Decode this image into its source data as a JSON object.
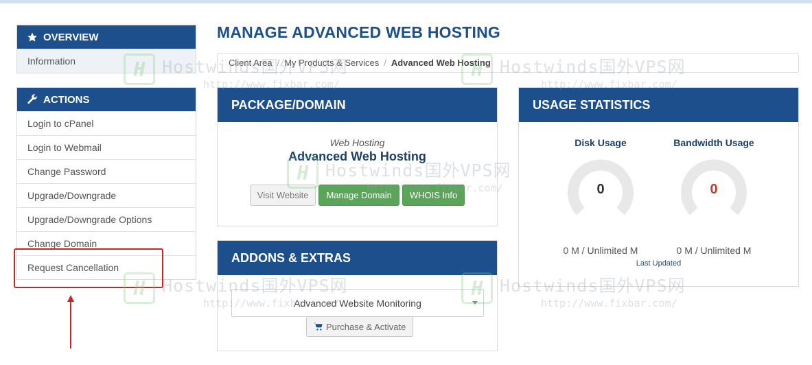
{
  "sidebar": {
    "overview": {
      "title": "OVERVIEW",
      "items": [
        {
          "label": "Information",
          "active": true
        }
      ]
    },
    "actions": {
      "title": "ACTIONS",
      "items": [
        {
          "label": "Login to cPanel"
        },
        {
          "label": "Login to Webmail"
        },
        {
          "label": "Change Password"
        },
        {
          "label": "Upgrade/Downgrade"
        },
        {
          "label": "Upgrade/Downgrade Options"
        },
        {
          "label": "Change Domain"
        },
        {
          "label": "Request Cancellation"
        }
      ]
    }
  },
  "page": {
    "title": "MANAGE ADVANCED WEB HOSTING"
  },
  "breadcrumb": {
    "items": [
      "Client Area",
      "My Products & Services",
      "Advanced Web Hosting"
    ]
  },
  "package": {
    "title": "PACKAGE/DOMAIN",
    "type": "Web Hosting",
    "name": "Advanced Web Hosting",
    "buttons": {
      "visit": "Visit Website",
      "manage": "Manage Domain",
      "whois": "WHOIS Info"
    }
  },
  "addons": {
    "title": "ADDONS & EXTRAS",
    "selected": "Advanced Website Monitoring",
    "purchase_label": "Purchase & Activate"
  },
  "usage": {
    "title": "USAGE STATISTICS",
    "disk": {
      "label": "Disk Usage",
      "value": "0",
      "detail": "0 M / Unlimited M",
      "color": "#333333"
    },
    "bandwidth": {
      "label": "Bandwidth Usage",
      "value": "0",
      "detail": "0 M / Unlimited M",
      "color": "#c0392b"
    },
    "last_updated": "Last Updated"
  },
  "watermark": {
    "brand": "Hostwinds国外VPS网",
    "url": "http://www.fixbar.com/"
  },
  "colors": {
    "primary": "#1c4f8c",
    "success": "#5aa55a",
    "highlight": "#c62828"
  }
}
